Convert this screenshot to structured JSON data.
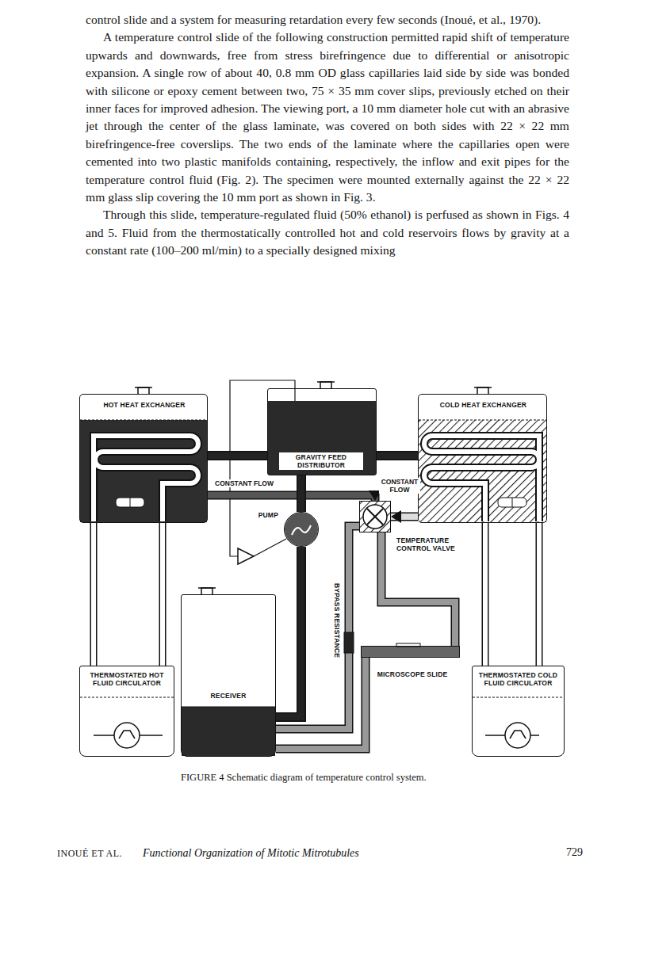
{
  "diagram": {
    "caption": "FIGURE 4 Schematic diagram of temperature control system.",
    "nodes": [
      {
        "text": [
          "HOT HEAT EXCHANGER"
        ]
      },
      {
        "text": [
          "GRAVITY FEED DISTRIBUTOR"
        ]
      },
      {
        "text": [
          "COLD HEAT EXCHANGER"
        ]
      },
      {
        "text": [
          "PUMP"
        ]
      },
      {
        "text": [
          "TEMPERATURE CONTROL VALVE"
        ]
      },
      {
        "text": [
          "RECEIVER"
        ]
      },
      {
        "text": [
          "MICROSCOPE SLIDE"
        ]
      },
      {
        "text": [
          "THERMOSTATED HOT FLUID CIRCULATOR"
        ]
      },
      {
        "text": [
          "THERMOSTATED COLD FLUID CIRCULATOR"
        ]
      }
    ],
    "edges": [
      {
        "from": 1,
        "to": 0,
        "arrow": "none"
      },
      {
        "from": 1,
        "to": 2,
        "arrow": "none"
      },
      {
        "from": 0,
        "to": 4,
        "label": "CONSTANT FLOW",
        "arrow": "to"
      },
      {
        "from": 2,
        "to": 4,
        "label": "CONSTANT FLOW",
        "arrow": "to"
      },
      {
        "from": 4,
        "to": 6,
        "arrow": "none"
      },
      {
        "from": 6,
        "to": 5,
        "arrow": "none"
      },
      {
        "from": 4,
        "to": 5,
        "arrow": "none"
      },
      {
        "from": 5,
        "to": 3,
        "arrow": "none"
      },
      {
        "from": 3,
        "to": 1,
        "arrow": "none"
      },
      {
        "from": 0,
        "to": 7,
        "arrow": "none"
      },
      {
        "from": 7,
        "to": 0,
        "arrow": "none"
      },
      {
        "from": 2,
        "to": 8,
        "arrow": "none"
      },
      {
        "from": 8,
        "to": 2,
        "arrow": "none"
      }
    ],
    "labels": [
      "control slide and a system for measuring retardation every few seconds (Inoué, et al., 1970).",
      "A temperature control slide of the following construction permitted rapid shift of temperature upwards and downwards, free from stress birefringence due to differential or anisotropic expansion. A single row of about 40, 0.8 mm OD glass capillaries laid side by side was bonded with silicone or epoxy cement between two, 75 × 35 mm cover slips, previously etched on their inner faces for improved adhesion. The viewing port, a 10 mm diameter hole cut with an abrasive jet through the center of the glass laminate, was covered on both sides with 22 × 22 mm birefringence-free coverslips. The two ends of the laminate where the capillaries open were cemented into two plastic manifolds containing, respectively, the inflow and exit pipes for the temperature control fluid (Fig. 2). The specimen were mounted externally against the 22 × 22 mm glass slip covering the 10 mm port as shown in Fig. 3.",
      "Through this slide, temperature-regulated fluid (50% ethanol) is perfused as shown in Figs. 4 and 5. Fluid from the thermostatically controlled hot and cold reservoirs flows by gravity at a constant rate (100–200 ml/min) to a specially designed mixing",
      "BYPASS RESISTANCE",
      "INOUÉ ET AL.",
      "Functional Organization of Mitotic Mitrotubules",
      "729"
    ]
  }
}
